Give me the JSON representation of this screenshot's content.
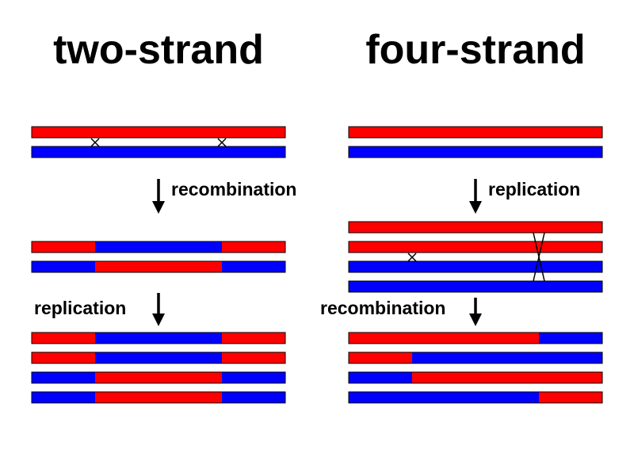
{
  "colors": {
    "red": "#ff0000",
    "blue": "#0000ff",
    "outline": "#000000"
  },
  "left": {
    "title": "two-strand",
    "step1_label": "recombination",
    "step2_label": "replication"
  },
  "right": {
    "title": "four-strand",
    "step1_label": "replication",
    "step2_label": "recombination"
  }
}
